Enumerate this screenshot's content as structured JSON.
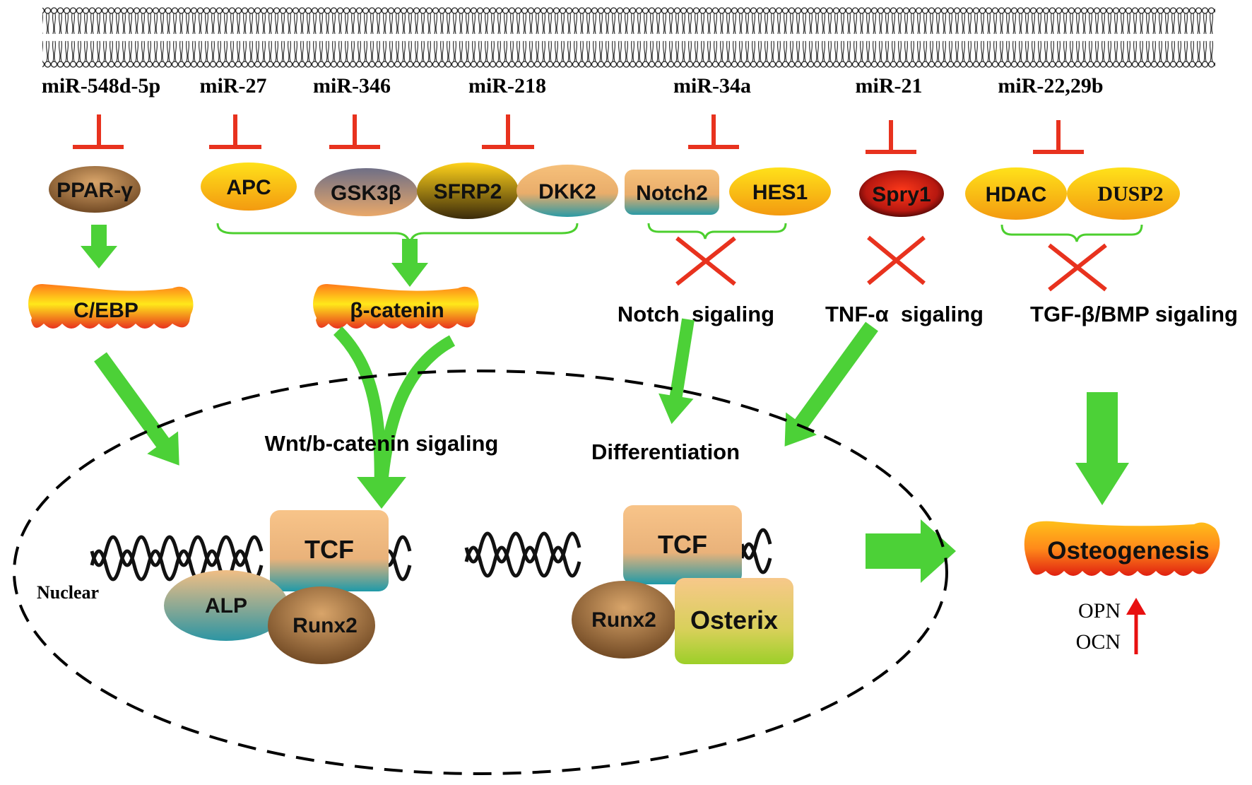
{
  "membrane_label": "",
  "mirnas": [
    "miR-548d-5p",
    "miR-27",
    "miR-346",
    "miR-218",
    "miR-34a",
    "miR-21",
    "miR-22,29b"
  ],
  "targets": {
    "ppar": "PPAR-γ",
    "apc": "APC",
    "gsk3b": "GSK3β",
    "sfrp2": "SFRP2",
    "dkk2": "DKK2",
    "notch2": "Notch2",
    "hes1": "HES1",
    "spry1": "Spry1",
    "hdac": "HDAC",
    "dusp2": "DUSP2"
  },
  "mediators": {
    "cebp": "C/EBP",
    "bcatenin": "β-catenin"
  },
  "pathways": {
    "notch": "Notch  sigaling",
    "tnf": "TNF-α  sigaling",
    "tgf": "TGF-β/BMP sigaling",
    "wnt": "Wnt/b-catenin sigaling",
    "differentiation": "Differentiation"
  },
  "nucleus": {
    "label": "Nuclear",
    "left_complex": {
      "tcf": "TCF",
      "alp": "ALP",
      "runx2": "Runx2"
    },
    "right_complex": {
      "tcf": "TCF",
      "runx2": "Runx2",
      "osterix": "Osterix"
    }
  },
  "outcome": {
    "label": "Osteogenesis",
    "markers": [
      "OPN",
      "OCN"
    ]
  },
  "colors": {
    "inhibition": "#e8321e",
    "arrow": "#4cd137",
    "upregulation": "#e81010"
  }
}
